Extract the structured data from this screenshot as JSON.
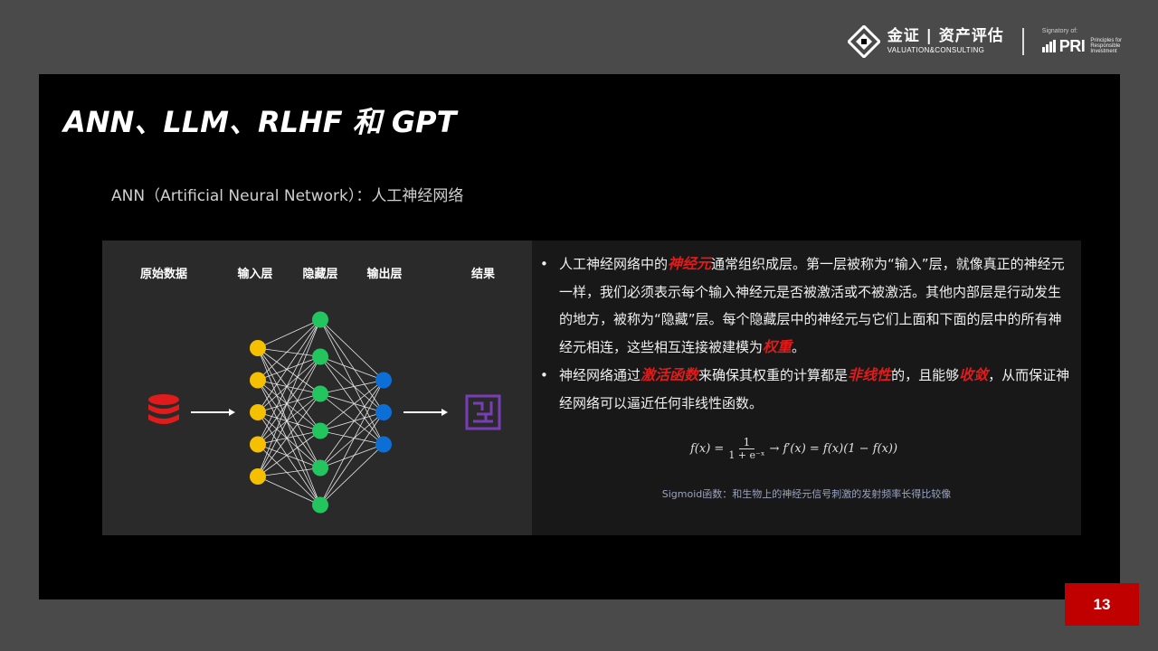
{
  "header": {
    "brand_cn": "金证 | 资产评估",
    "brand_en": "VALUATION&CONSULTING",
    "pri_signatory": "Signatory of:",
    "pri_name": "PRI",
    "pri_line1": "Principles for",
    "pri_line2": "Responsible",
    "pri_line3": "Investment"
  },
  "slide": {
    "title": "ANN、LLM、RLHF 和 GPT",
    "subtitle": "ANN（Artificial Neural Network）：人工神经网络",
    "diagram": {
      "labels": [
        "原始数据",
        "输入层",
        "隐藏层",
        "输出层",
        "结果"
      ],
      "layer_sizes": [
        5,
        6,
        3
      ],
      "colors": {
        "input": "#f5c000",
        "hidden": "#22c55e",
        "output": "#0b6fd6",
        "db": "#e01b1b",
        "result": "#7a3db8"
      }
    },
    "bullets": [
      {
        "p1": "人工神经网络中的",
        "h1": "神经元",
        "p2": "通常组织成层。第一层被称为“输入”层，就像真正的神经元一样，我们必须表示每个输入神经元是否被激活或不被激活。其他内部层是行动发生的地方，被称为“隐藏”层。每个隐藏层中的神经元与它们上面和下面的层中的所有神经元相连，这些相互连接被建模为",
        "h2": "权重",
        "p3": "。"
      },
      {
        "p1": "神经网络通过",
        "h1": "激活函数",
        "p2": "来确保其权重的计算都是",
        "h2": "非线性",
        "p3": "的，且能够",
        "h3": "收敛",
        "p4": "，从而保证神经网络可以逼近任何非线性函数。"
      }
    ],
    "formula": {
      "lhs": "f(x) =",
      "num": "1",
      "den": "1 + e⁻ˣ",
      "rhs": "→ f′(x) = f(x)(1 − f(x))"
    },
    "caption": "Sigmoid函数：和生物上的神经元信号刺激的发射频率长得比较像",
    "page_number": "13"
  }
}
